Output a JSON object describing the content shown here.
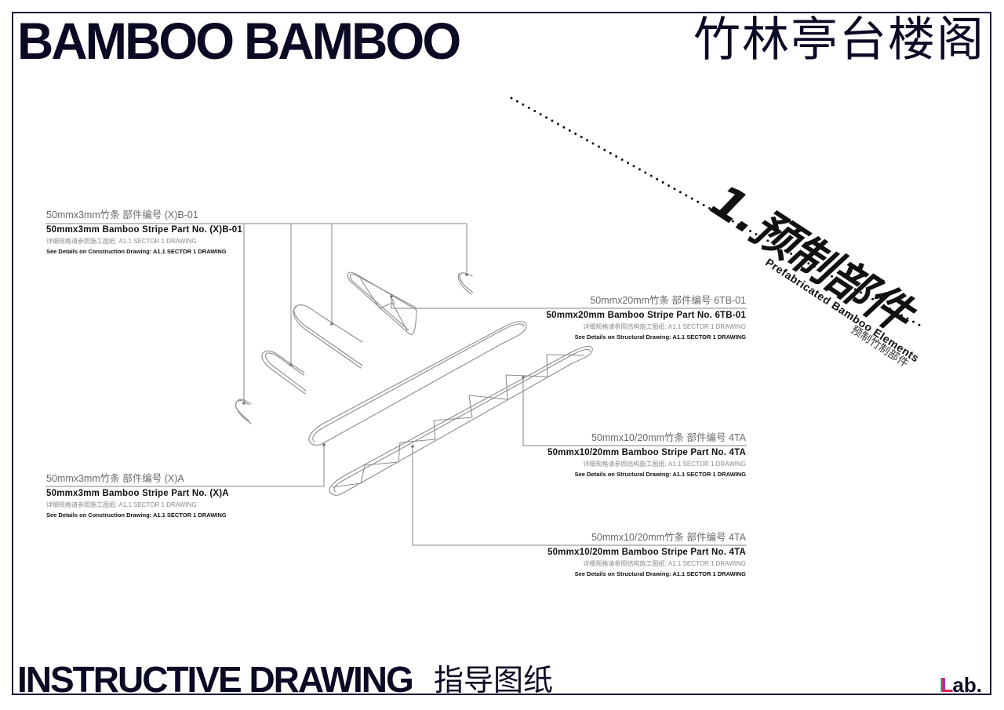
{
  "header": {
    "title_en": "BAMBOO BAMBOO",
    "title_cn": "竹林亭台楼阁"
  },
  "footer": {
    "title_en": "INSTRUCTIVE DRAWING",
    "title_cn": "指导图纸",
    "logo_initial": "L",
    "logo_rest": "ab."
  },
  "section": {
    "number_title": "1.预制部件",
    "subtitle_en": "Prefabricated Bamboo Elements",
    "subtitle_cn": "预制竹制部件"
  },
  "colors": {
    "ink": "#0a0a24",
    "frame": "#1a1a3a",
    "leader_line": "#999999",
    "part_outline": "#8c8c8c",
    "logo_accent": "#e0224f"
  },
  "callouts": [
    {
      "id": "xb-01",
      "cn": "50mmx3mm竹条  部件编号 (X)B-01",
      "en": "50mmx3mm Bamboo Stripe   Part No. (X)B-01",
      "note": "详细规格请参照施工图纸: A1.1 SECTOR 1 DRAWING",
      "see": "See Details on Construction Drawing: A1.1 SECTOR 1 DRAWING"
    },
    {
      "id": "6tb-01",
      "cn": "50mmx20mm竹条  部件编号 6TB-01",
      "en": "50mmx20mm Bamboo Stripe   Part No. 6TB-01",
      "note": "详细规格请参照结构施工图纸: A1.1 SECTOR 1 DRAWING",
      "see": "See Details on Structural Drawing: A1.1 SECTOR 1 DRAWING"
    },
    {
      "id": "4ta-a",
      "cn": "50mmx10/20mm竹条  部件编号 4TA",
      "en": "50mmx10/20mm Bamboo Stripe   Part No. 4TA",
      "note": "详细规格请参照结构施工图纸: A1.1 SECTOR 1 DRAWING",
      "see": "See Details on Structural Drawing: A1.1 SECTOR 1 DRAWING"
    },
    {
      "id": "xa",
      "cn": "50mmx3mm竹条  部件编号 (X)A",
      "en": "50mmx3mm Bamboo Stripe   Part No. (X)A",
      "note": "详细规格请参照施工图纸: A1.1 SECTOR 1 DRAWING",
      "see": "See Details on Construction Drawing: A1.1 SECTOR 1 DRAWING"
    },
    {
      "id": "4ta-b",
      "cn": "50mmx10/20mm竹条  部件编号 4TA",
      "en": "50mmx10/20mm Bamboo Stripe   Part No. 4TA",
      "note": "详细规格请参照结构施工图纸: A1.1 SECTOR 1 DRAWING",
      "see": "See Details on Structural Drawing: A1.1 SECTOR 1 DRAWING"
    }
  ]
}
